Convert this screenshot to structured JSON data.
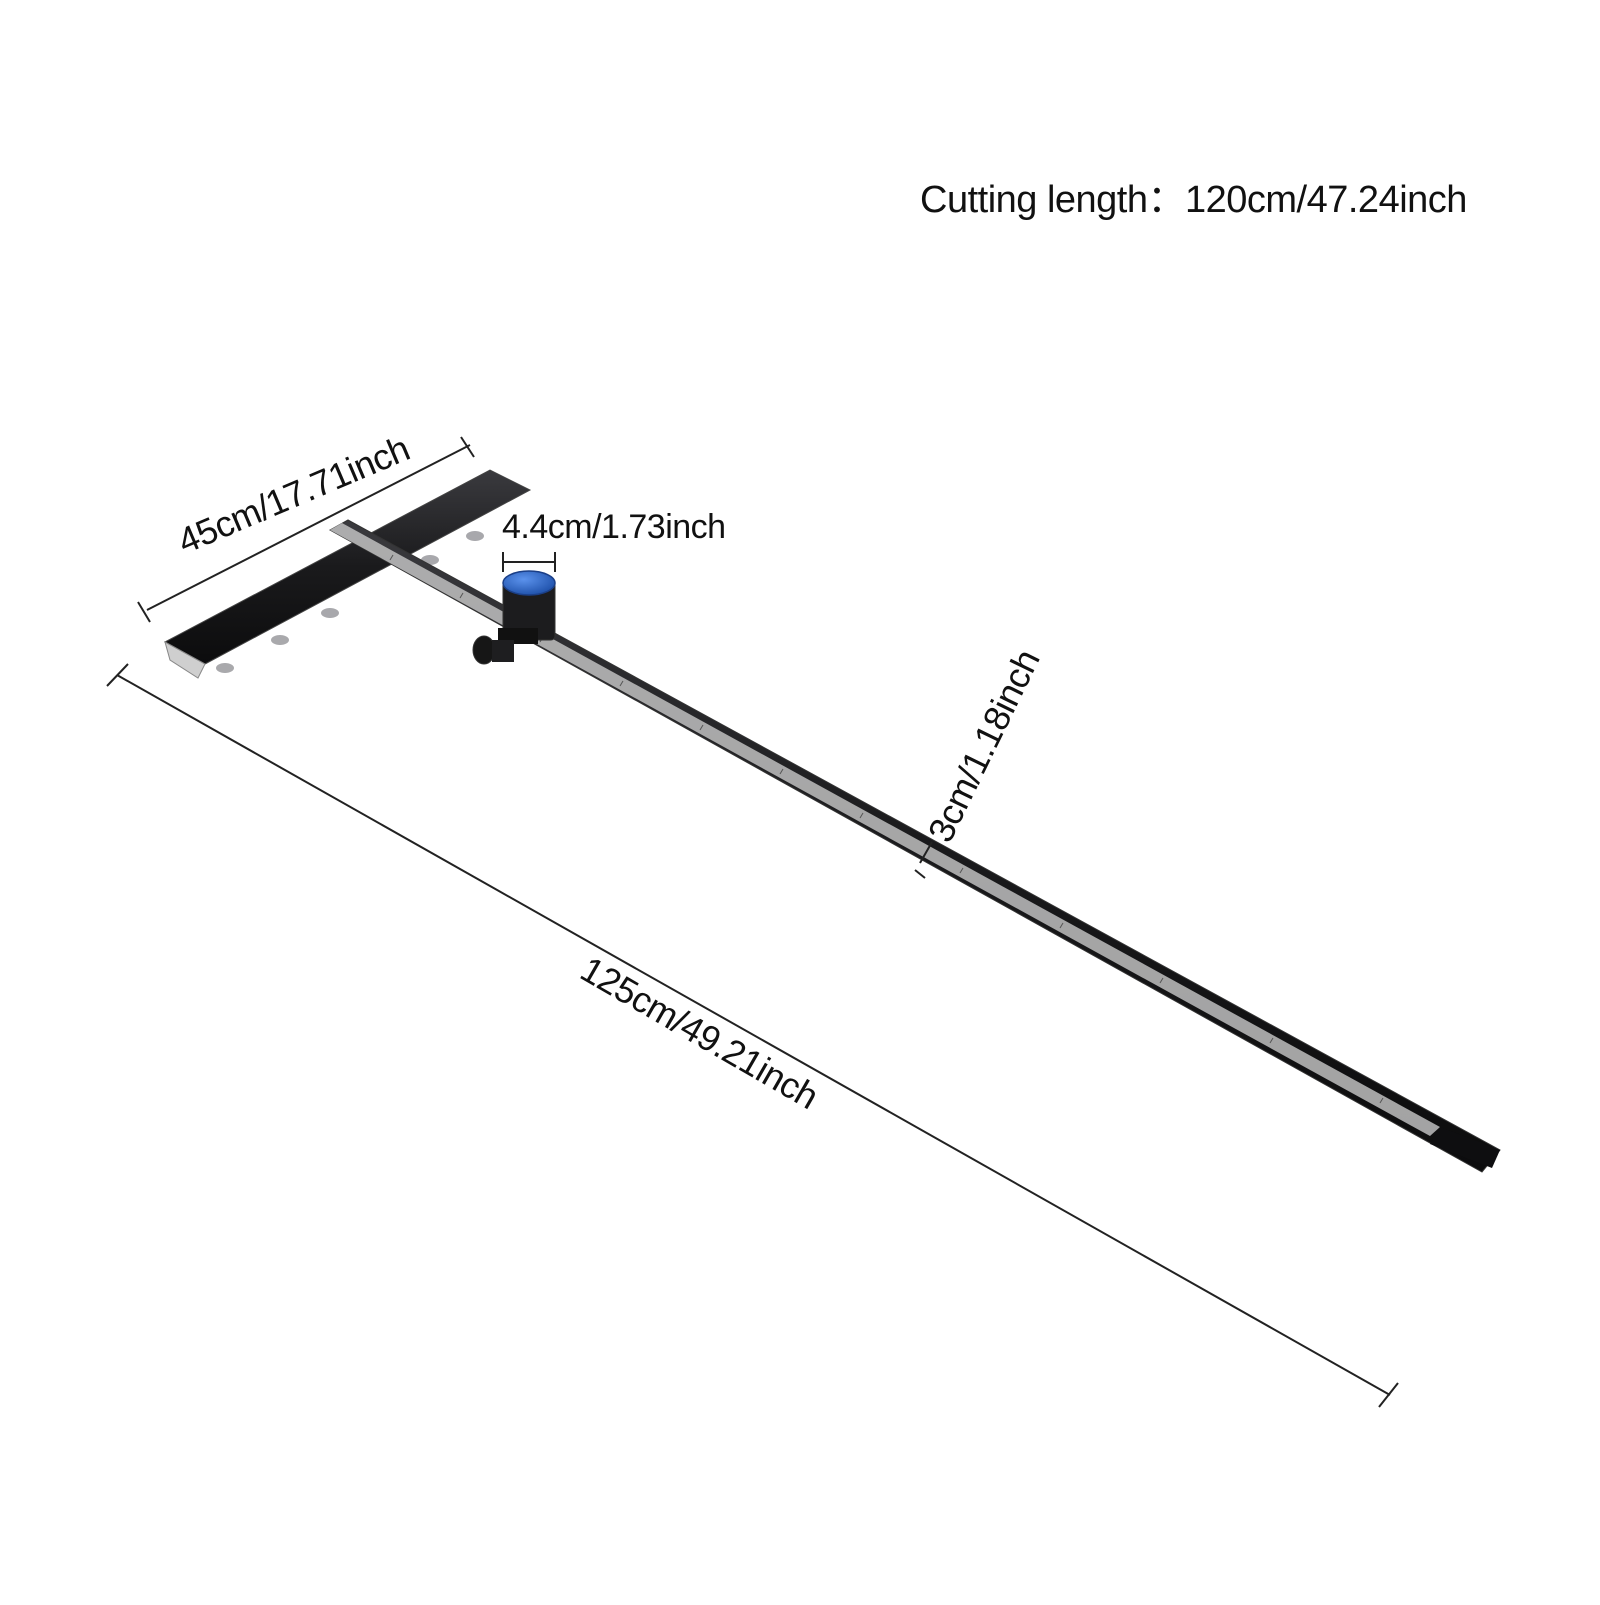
{
  "product": {
    "cutting_length_label": "Cutting length：120cm/47.24inch",
    "dimensions": {
      "crossbar_width": "45cm/17.71inch",
      "cutter_head": "4.4cm/1.73inch",
      "bar_thickness": "3cm/1.18inch",
      "overall_length": "125cm/49.21inch"
    }
  },
  "colors": {
    "bar": "#1a1a1c",
    "bar_edge": "#3a3a3e",
    "scale": "#c9c9c9",
    "knob_blue": "#2f6fd6",
    "line": "#222222"
  },
  "icons": [
    "suction-cup-icon",
    "cutter-knob-icon",
    "lock-screw-icon"
  ]
}
